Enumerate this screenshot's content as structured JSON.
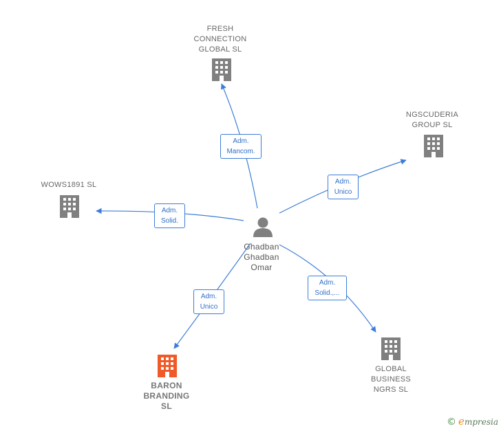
{
  "center": {
    "name": "Ghadban\nGhadban\nOmar",
    "icon": "person-icon"
  },
  "companies": [
    {
      "id": "fresh",
      "name": "FRESH\nCONNECTION\nGLOBAL  SL",
      "color": "#808080",
      "icon": "building-icon"
    },
    {
      "id": "ngscuderia",
      "name": "NGSCUDERIA\nGROUP  SL",
      "color": "#808080",
      "icon": "building-icon"
    },
    {
      "id": "wows",
      "name": "WOWS1891  SL",
      "color": "#808080",
      "icon": "building-icon"
    },
    {
      "id": "baron",
      "name": "BARON\nBRANDING\nSL",
      "color": "#f05a28",
      "icon": "building-icon"
    },
    {
      "id": "global",
      "name": "GLOBAL\nBUSINESS\nNGRS  SL",
      "color": "#808080",
      "icon": "building-icon"
    }
  ],
  "relations": [
    {
      "to": "fresh",
      "label": "Adm.\nMancom."
    },
    {
      "to": "ngscuderia",
      "label": "Adm.\nUnico"
    },
    {
      "to": "wows",
      "label": "Adm.\nSolid."
    },
    {
      "to": "baron",
      "label": "Adm.\nUnico"
    },
    {
      "to": "global",
      "label": "Adm.\nSolid.,..."
    }
  ],
  "colors": {
    "edge": "#3b7dd8",
    "building": "#808080",
    "highlight": "#f05a28",
    "person": "#808080"
  },
  "footer": {
    "copyright": "©",
    "brand_initial": "e",
    "brand_rest": "mpresia"
  }
}
